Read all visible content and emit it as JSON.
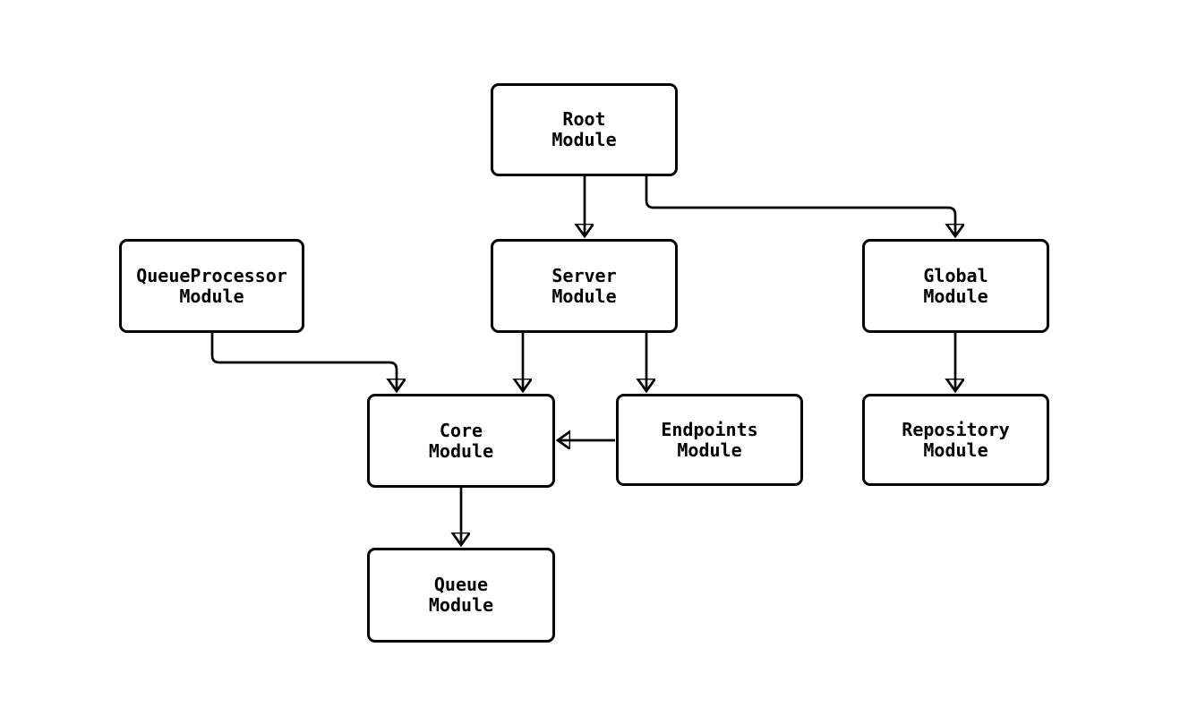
{
  "diagram": {
    "background_color": "#ffffff",
    "line_color": "#000000",
    "node_fill_color": "#ffffff",
    "node_border_color": "#000000",
    "nodes": [
      {
        "id": "root",
        "label": "Root\nModule"
      },
      {
        "id": "queueprocessor",
        "label": "QueueProcessor\nModule"
      },
      {
        "id": "server",
        "label": "Server\nModule"
      },
      {
        "id": "global",
        "label": "Global\nModule"
      },
      {
        "id": "core",
        "label": "Core\nModule"
      },
      {
        "id": "endpoints",
        "label": "Endpoints\nModule"
      },
      {
        "id": "repository",
        "label": "Repository\nModule"
      },
      {
        "id": "queue",
        "label": "Queue\nModule"
      }
    ],
    "edges": [
      {
        "from": "Root Module",
        "to": "Server Module"
      },
      {
        "from": "Root Module",
        "to": "Global Module"
      },
      {
        "from": "QueueProcessor Module",
        "to": "Core Module"
      },
      {
        "from": "Server Module",
        "to": "Core Module"
      },
      {
        "from": "Server Module",
        "to": "Endpoints Module"
      },
      {
        "from": "Endpoints Module",
        "to": "Core Module"
      },
      {
        "from": "Global Module",
        "to": "Repository Module"
      },
      {
        "from": "Core Module",
        "to": "Queue Module"
      }
    ]
  }
}
